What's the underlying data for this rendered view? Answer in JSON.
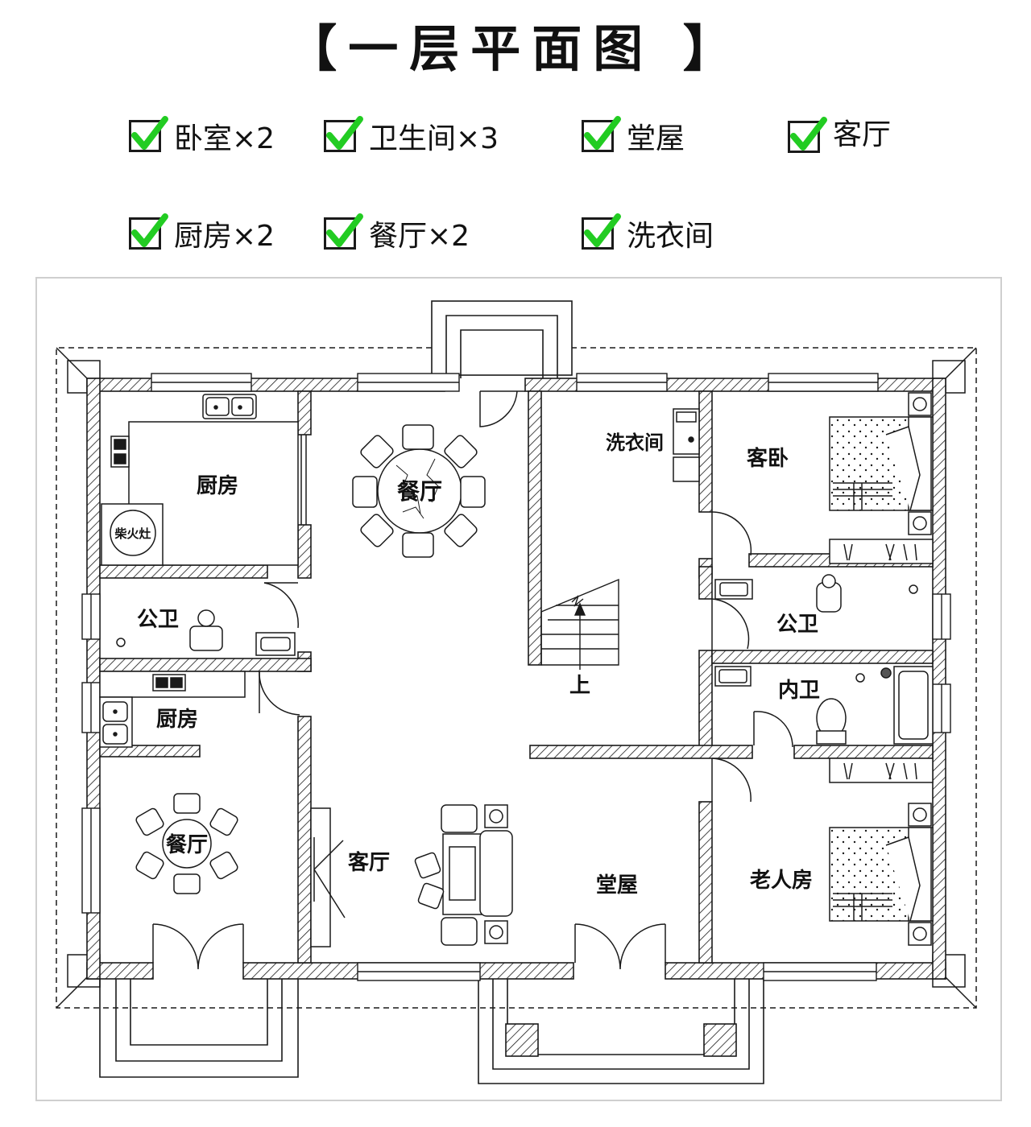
{
  "title": "【一层平面图 】",
  "features": [
    {
      "label": "卧室×2"
    },
    {
      "label": "卫生间×3"
    },
    {
      "label": "堂屋"
    },
    {
      "label": "客厅"
    },
    {
      "label": "厨房×2"
    },
    {
      "label": "餐厅×2"
    },
    {
      "label": "洗衣间"
    }
  ],
  "rooms": {
    "kitchen_top": "厨房",
    "stove": "柴火灶",
    "dining_top": "餐厅",
    "laundry": "洗衣间",
    "guest_bedroom": "客卧",
    "public_wc_left": "公卫",
    "public_wc_right": "公卫",
    "stair_up": "上",
    "kitchen_bottom": "厨房",
    "inner_wc": "内卫",
    "dining_bottom": "餐厅",
    "living_room": "客厅",
    "main_hall": "堂屋",
    "elder_room": "老人房"
  },
  "colors": {
    "check": "#22cc22",
    "line": "#1a1a1a",
    "hatch": "#1a1a1a"
  }
}
